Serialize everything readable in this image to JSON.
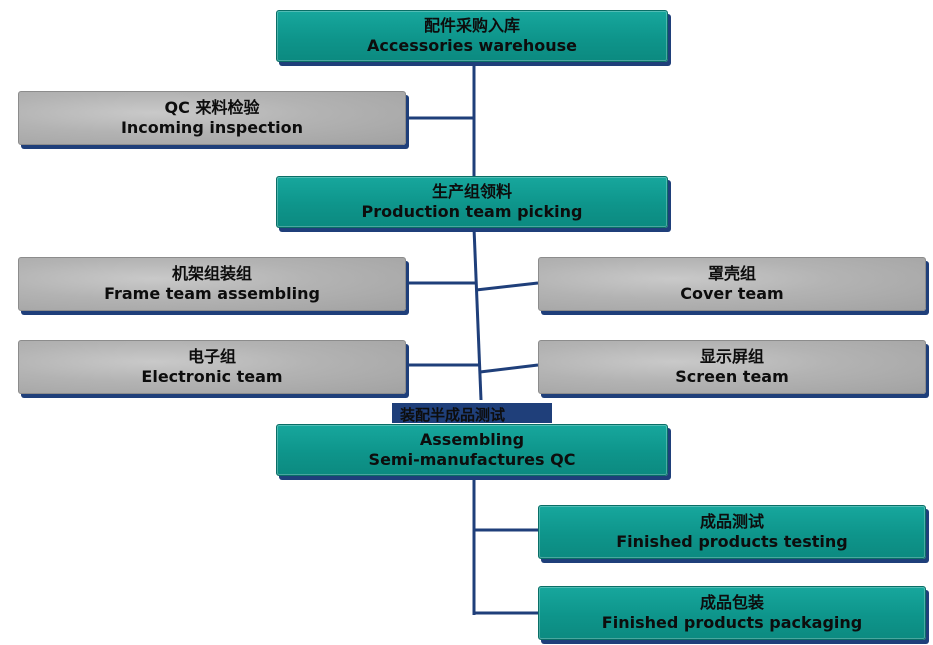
{
  "nodes": {
    "accessories_warehouse": {
      "cn": "配件采购入库",
      "en": "Accessories warehouse"
    },
    "incoming_inspection": {
      "cn": "QC 来料检验",
      "en": "Incoming inspection"
    },
    "production_picking": {
      "cn": "生产组领料",
      "en": "Production team picking"
    },
    "frame_team": {
      "cn": "机架组装组",
      "en": "Frame team assembling"
    },
    "cover_team": {
      "cn": "罩壳组",
      "en": "Cover team"
    },
    "electronic_team": {
      "cn": "电子组",
      "en": "Electronic team"
    },
    "screen_team": {
      "cn": "显示屏组",
      "en": "Screen team"
    },
    "assembling_qc": {
      "cn": "装配半成品测试",
      "en": "Assembling",
      "en2": "Semi-manufactures QC"
    },
    "finished_testing": {
      "cn": "成品测试",
      "en": "Finished products testing"
    },
    "finished_packaging": {
      "cn": "成品包装",
      "en": "Finished products packaging"
    }
  },
  "colors": {
    "teal_box": "#0e958b",
    "gray_box": "#b3b3b3",
    "connector": "#1f3f7a"
  }
}
